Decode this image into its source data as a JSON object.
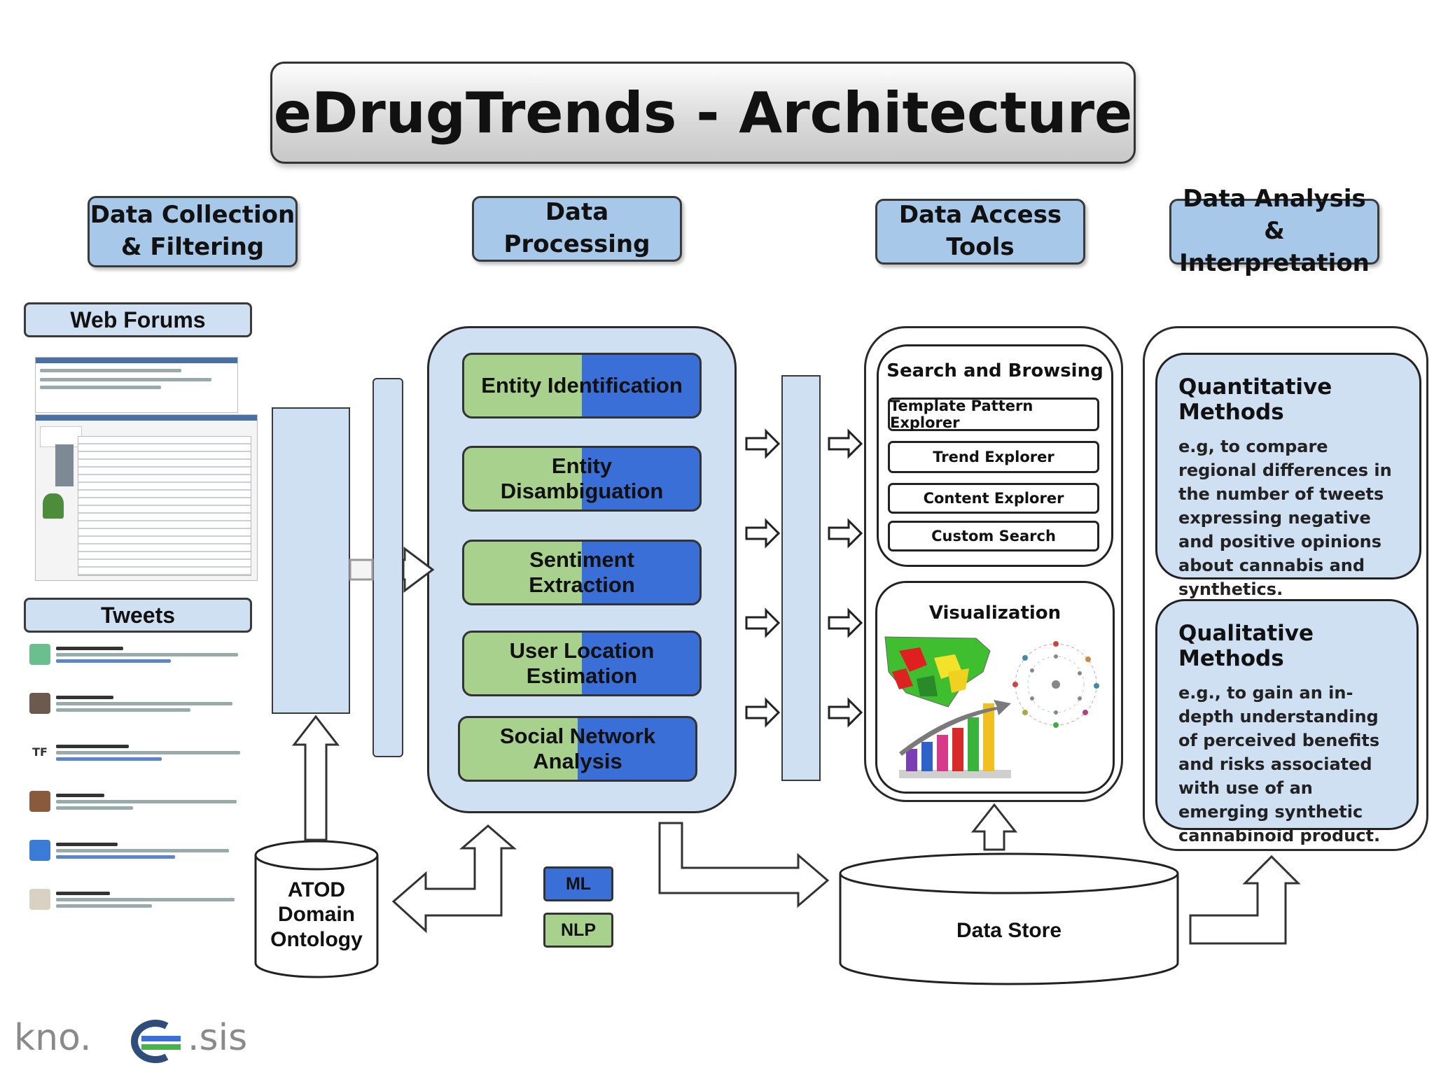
{
  "title": "eDrugTrends - Architecture",
  "columns": {
    "collection": "Data Collection\n& Filtering",
    "processing": "Data Processing",
    "access": "Data Access\nTools",
    "analysis": "Data Analysis &\nInterpretation"
  },
  "sources": {
    "forums": "Web Forums",
    "tweets": "Tweets"
  },
  "processing_steps": [
    "Entity Identification",
    "Entity\nDisambiguation",
    "Sentiment\nExtraction",
    "User Location\nEstimation",
    "Social Network\nAnalysis"
  ],
  "search": {
    "title": "Search and Browsing",
    "tools": [
      "Template Pattern Explorer",
      "Trend Explorer",
      "Content Explorer",
      "Custom Search"
    ]
  },
  "visualization": {
    "title": "Visualization"
  },
  "methods": {
    "quantitative": {
      "title": "Quantitative Methods",
      "text": "e.g, to compare regional differences in the number of tweets expressing negative and positive opinions about cannabis and synthetics."
    },
    "qualitative": {
      "title": "Qualitative Methods",
      "text": "e.g., to gain an in-depth understanding of perceived benefits and risks associated with use of an emerging synthetic cannabinoid product."
    }
  },
  "ontology": "ATOD\nDomain\nOntology",
  "datastore": "Data Store",
  "legend": {
    "ml": "ML",
    "nlp": "NLP"
  },
  "logo": "kno.e.sis",
  "colors": {
    "header_blue": "#a7c8e8",
    "panel_blue": "#cfe0f3",
    "green": "#a9d18e",
    "blue": "#3b6fd8"
  }
}
